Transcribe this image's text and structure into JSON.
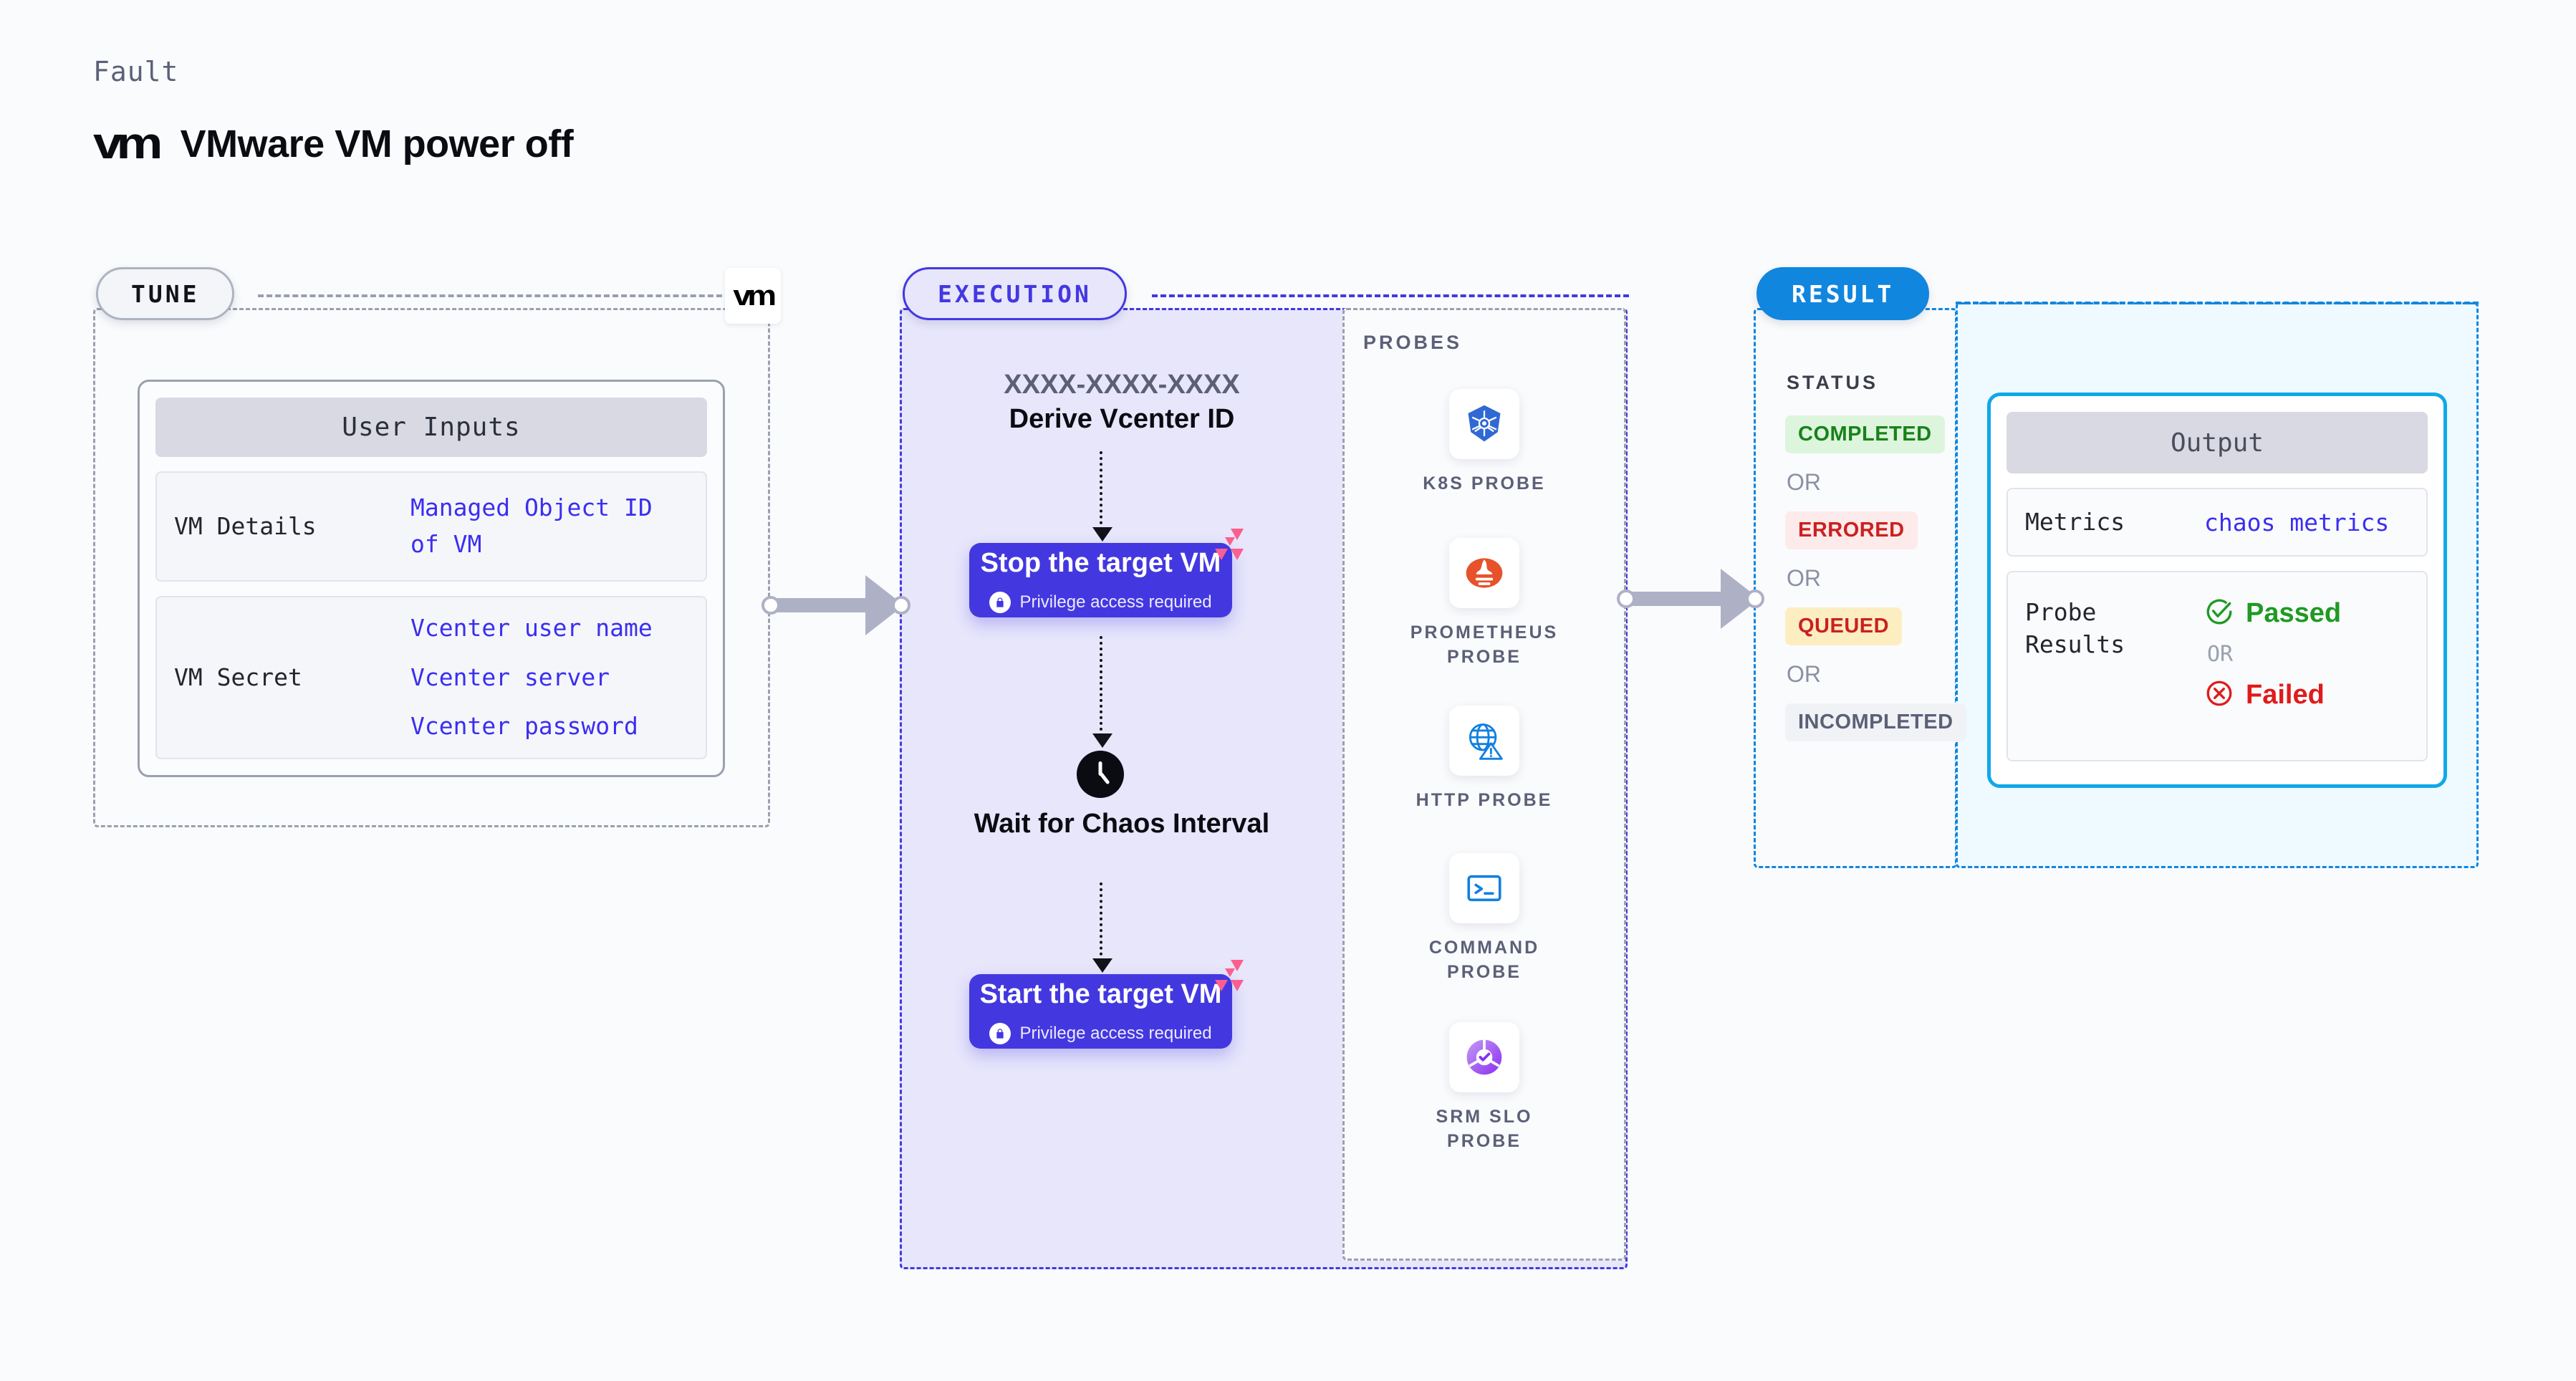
{
  "header": {
    "kicker": "Fault",
    "logo_text": "vm",
    "title": "VMware VM power off"
  },
  "tune": {
    "pill_label": "TUNE",
    "chip_logo": "vm",
    "card_title": "User Inputs",
    "rows": [
      {
        "key": "VM Details",
        "values": [
          "Managed Object ID",
          "of VM"
        ]
      },
      {
        "key": "VM Secret",
        "values": [
          "Vcenter user name",
          "Vcenter server",
          "Vcenter password"
        ]
      }
    ]
  },
  "execution": {
    "pill_label": "EXECUTION",
    "run_id": "XXXX-XXXX-XXXX",
    "run_id_label": "Derive Vcenter ID",
    "steps": [
      {
        "label": "Stop the target VM",
        "note": "Privilege access required"
      },
      {
        "label": "Start the target VM",
        "note": "Privilege access required"
      }
    ],
    "wait_label": "Wait for Chaos\nInterval",
    "probes_title": "PROBES",
    "probes": [
      {
        "label": "K8S PROBE",
        "icon": "kubernetes-icon"
      },
      {
        "label": "PROMETHEUS\nPROBE",
        "icon": "prometheus-icon"
      },
      {
        "label": "HTTP PROBE",
        "icon": "http-globe-warning-icon"
      },
      {
        "label": "COMMAND\nPROBE",
        "icon": "terminal-icon"
      },
      {
        "label": "SRM SLO\nPROBE",
        "icon": "srm-slo-icon"
      }
    ]
  },
  "result": {
    "pill_label": "RESULT",
    "status_title": "STATUS",
    "or_label": "OR",
    "statuses": [
      {
        "label": "COMPLETED",
        "bg": "#ddf5dd",
        "fg": "#18821a"
      },
      {
        "label": "ERRORED",
        "bg": "#fdeaea",
        "fg": "#cb2020"
      },
      {
        "label": "QUEUED",
        "bg": "#fdeec2",
        "fg": "#cb2020"
      },
      {
        "label": "INCOMPLETED",
        "bg": "#f1f2f6",
        "fg": "#5c6077"
      }
    ],
    "output": {
      "card_title": "Output",
      "metrics_key": "Metrics",
      "metrics_value": "chaos metrics",
      "probe_results_key": "Probe\nResults",
      "passed_label": "Passed",
      "failed_label": "Failed",
      "or_label": "OR",
      "passed_color": "#1f9a22",
      "failed_color": "#e01b1b"
    }
  },
  "colors": {
    "violet": "#4338e0",
    "blue": "#1186df",
    "cyan": "#10a8e8",
    "grey_dash": "#9aa0ae",
    "arrow": "#aeb1c6"
  }
}
